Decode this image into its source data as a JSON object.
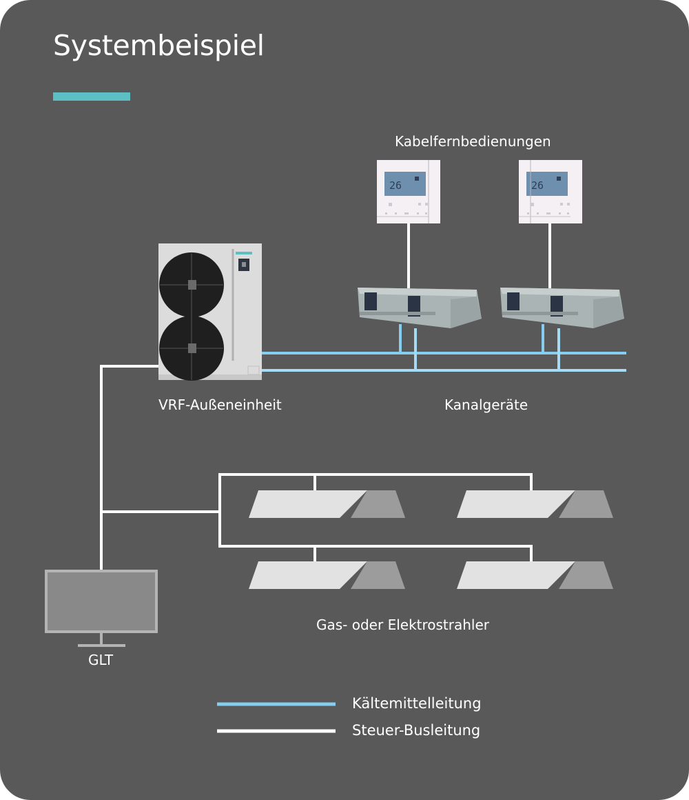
{
  "title": "Systembeispiel",
  "colors": {
    "background": "#595959",
    "accent": "#5bbfc4",
    "refrigerant_line": "#86cdf0",
    "bus_line": "#ffffff",
    "text": "#ffffff"
  },
  "components": {
    "remote_controls": {
      "label": "Kabelfernbedienungen",
      "count": 2,
      "display_value": "26"
    },
    "outdoor_unit": {
      "label": "VRF-Außeneinheit"
    },
    "duct_units": {
      "label": "Kanalgeräte",
      "count": 2
    },
    "heaters": {
      "label": "Gas- oder Elektrostrahler",
      "count": 4
    },
    "bms": {
      "label": "GLT"
    }
  },
  "legend": [
    {
      "name": "refrigerant",
      "label": "Kältemittelleitung",
      "color": "#86cdf0"
    },
    {
      "name": "bus",
      "label": "Steuer-Busleitung",
      "color": "#ffffff"
    }
  ]
}
